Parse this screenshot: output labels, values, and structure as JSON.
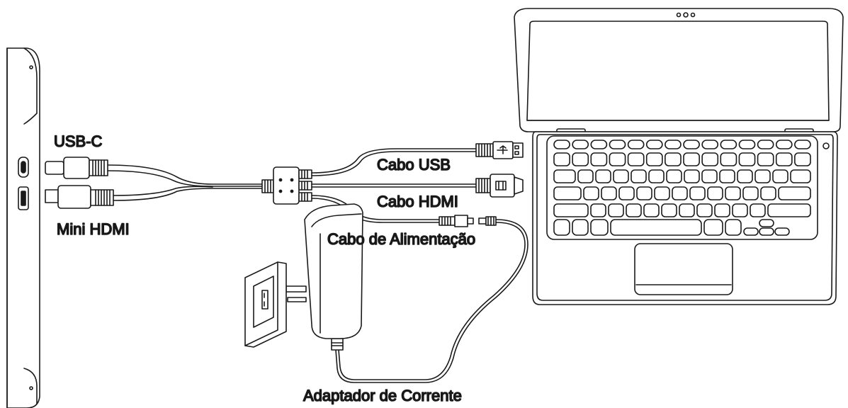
{
  "labels": {
    "usb_c": "USB-C",
    "mini_hdmi": "Mini HDMI",
    "usb_cable": "Cabo USB",
    "hdmi_cable": "Cabo HDMI",
    "power_cable": "Cabo de Alimentação",
    "power_adapter": "Adaptador de Corrente"
  },
  "colors": {
    "line": "#1a1a1a",
    "fill": "#ffffff"
  }
}
